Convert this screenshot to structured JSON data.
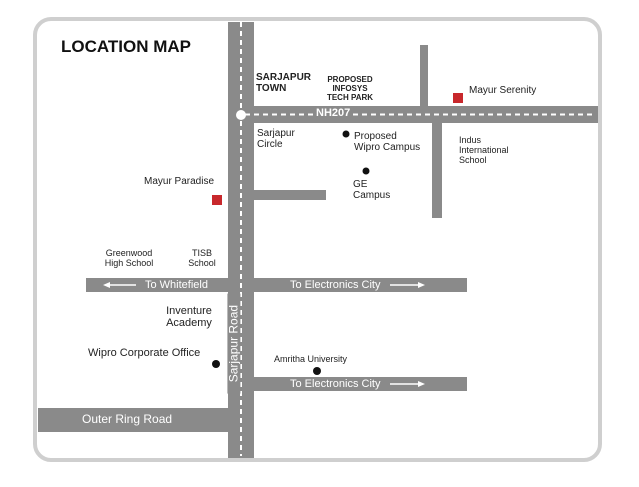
{
  "title": "LOCATION MAP",
  "colors": {
    "road": "#8a8a8a",
    "marker_square": "#c8282c",
    "marker_dot": "#111111",
    "frame": "#cfcfcf"
  },
  "roads": {
    "nh207": "NH207",
    "sarjapur_road": "Sarjapur Road",
    "to_whitefield": "To Whitefield",
    "to_electronics_city_1": "To Electronics City",
    "to_electronics_city_2": "To Electronics City",
    "outer_ring_road": "Outer Ring Road"
  },
  "places": {
    "sarjapur_town": "SARJAPUR\nTOWN",
    "proposed_infosys": "PROPOSED\nINFOSYS\nTECH PARK",
    "mayur_serenity": "Mayur Serenity",
    "sarjapur_circle": "Sarjapur\nCircle",
    "proposed_wipro": "Proposed\nWipro Campus",
    "indus_school": "Indus\nInternational\nSchool",
    "mayur_paradise": "Mayur Paradise",
    "ge_campus": "GE\nCampus",
    "greenwood_school": "Greenwood\nHigh School",
    "tisb_school": "TISB\nSchool",
    "inventure_academy": "Inventure\nAcademy",
    "wipro_corporate": "Wipro Corporate Office",
    "amritha_university": "Amritha University"
  }
}
